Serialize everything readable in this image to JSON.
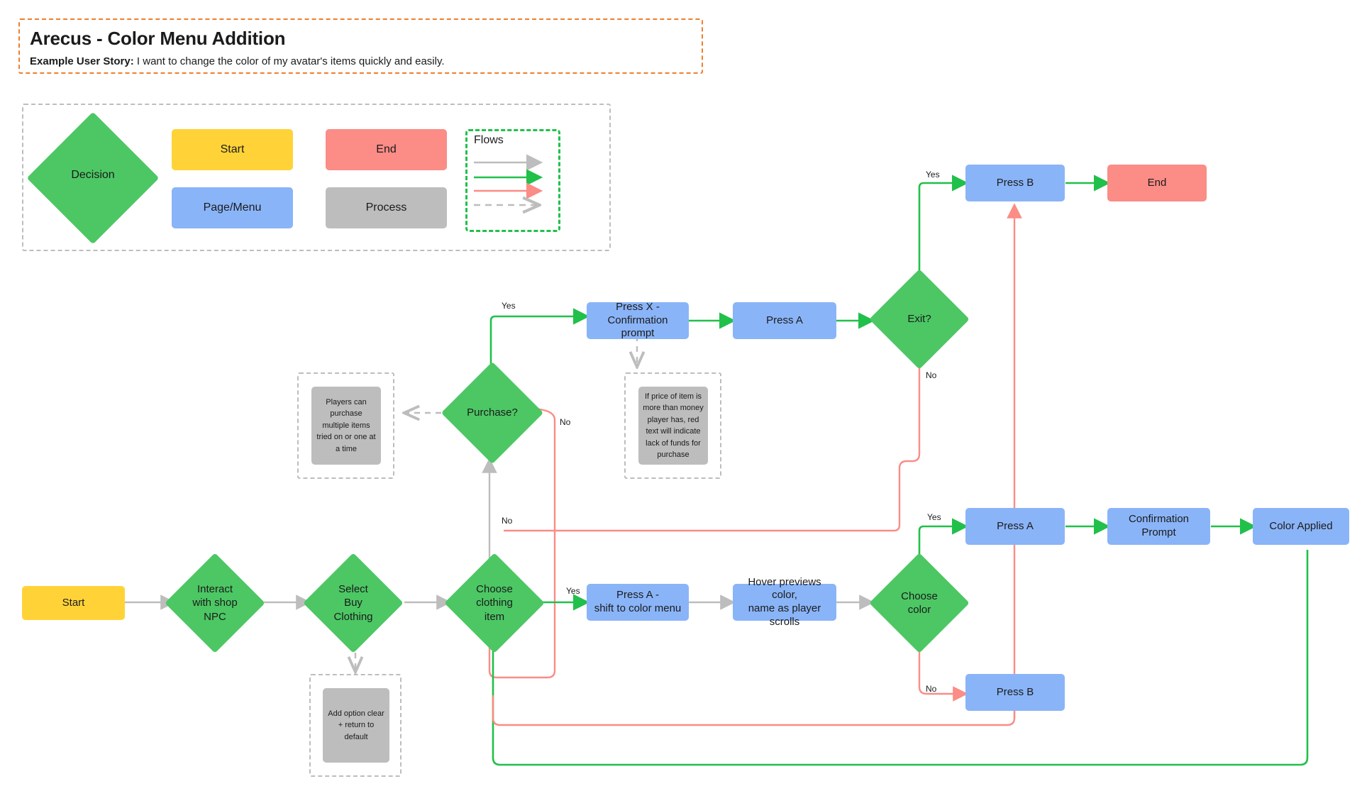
{
  "header": {
    "title": "Arecus - Color Menu Addition",
    "story_label": "Example User Story:",
    "story_text": " I want to change the color of my avatar's items quickly and easily."
  },
  "legend": {
    "decision": "Decision",
    "start": "Start",
    "page_menu": "Page/Menu",
    "end": "End",
    "process": "Process",
    "flows_title": "Flows",
    "flow_kinds": [
      "gray-solid-arrow",
      "green-solid-arrow",
      "red-solid-arrow",
      "gray-dashed-arrow"
    ]
  },
  "colors": {
    "decision_green": "#4CC764",
    "start_yellow": "#FFD338",
    "end_red": "#FB8C86",
    "page_blue": "#8AB4F8",
    "process_gray": "#BDBDBD",
    "flow_green": "#21c04a",
    "flow_red": "#FB8C86",
    "flow_gray": "#BDBDBD",
    "title_border_orange": "#ee7f2d"
  },
  "nodes": {
    "start": "Start",
    "interact_npc": "Interact\nwith shop\nNPC",
    "select_buy": "Select\nBuy\nClothing",
    "choose_item": "Choose\nclothing\nitem",
    "purchase": "Purchase?",
    "press_x_confirm": "Press X -\nConfirmation prompt",
    "press_a_top": "Press A",
    "exit": "Exit?",
    "press_b_top": "Press B",
    "end_top": "End",
    "press_a_color_menu": "Press A -\nshift to color menu",
    "hover_preview": "Hover previews color,\nname as player scrolls",
    "choose_color": "Choose\ncolor",
    "press_a_right": "Press A",
    "confirmation_prompt": "Confirmation Prompt",
    "color_applied": "Color Applied",
    "press_b_bottom": "Press B"
  },
  "notes": {
    "multiple_items": "Players can purchase multiple items tried on or one at a time",
    "price_warning": "If price of item is more than money player has, red text will indicate lack of funds for purchase",
    "clear_default": "Add option clear + return to default"
  },
  "edge_labels": {
    "purchase_yes": "Yes",
    "purchase_no": "No",
    "choose_item_no": "No",
    "choose_item_yes": "Yes",
    "exit_yes": "Yes",
    "exit_no": "No",
    "choose_color_yes": "Yes",
    "choose_color_no": "No"
  }
}
